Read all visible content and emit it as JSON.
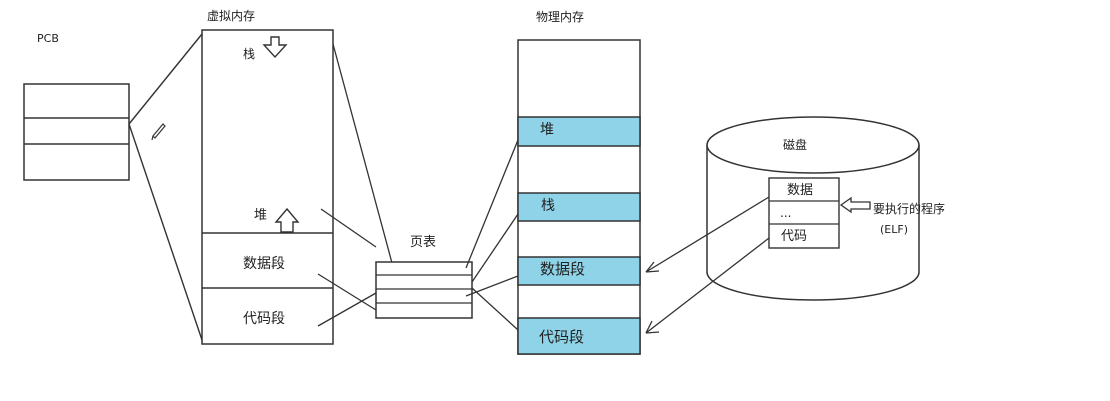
{
  "pcb": {
    "label": "PCB"
  },
  "virtual_memory": {
    "title": "虚拟内存",
    "stack": "栈",
    "heap": "堆",
    "data_segment": "数据段",
    "code_segment": "代码段"
  },
  "page_table": {
    "title": "页表"
  },
  "physical_memory": {
    "title": "物理内存",
    "heap": "堆",
    "stack": "栈",
    "data_segment": "数据段",
    "code_segment": "代码段"
  },
  "disk": {
    "title": "磁盘",
    "items": [
      "数据",
      "...",
      "代码"
    ],
    "program_label": "要执行的程序",
    "program_format": "(ELF)"
  },
  "colors": {
    "stroke": "#333333",
    "highlight": "#8fd3e8",
    "background": "#ffffff"
  }
}
